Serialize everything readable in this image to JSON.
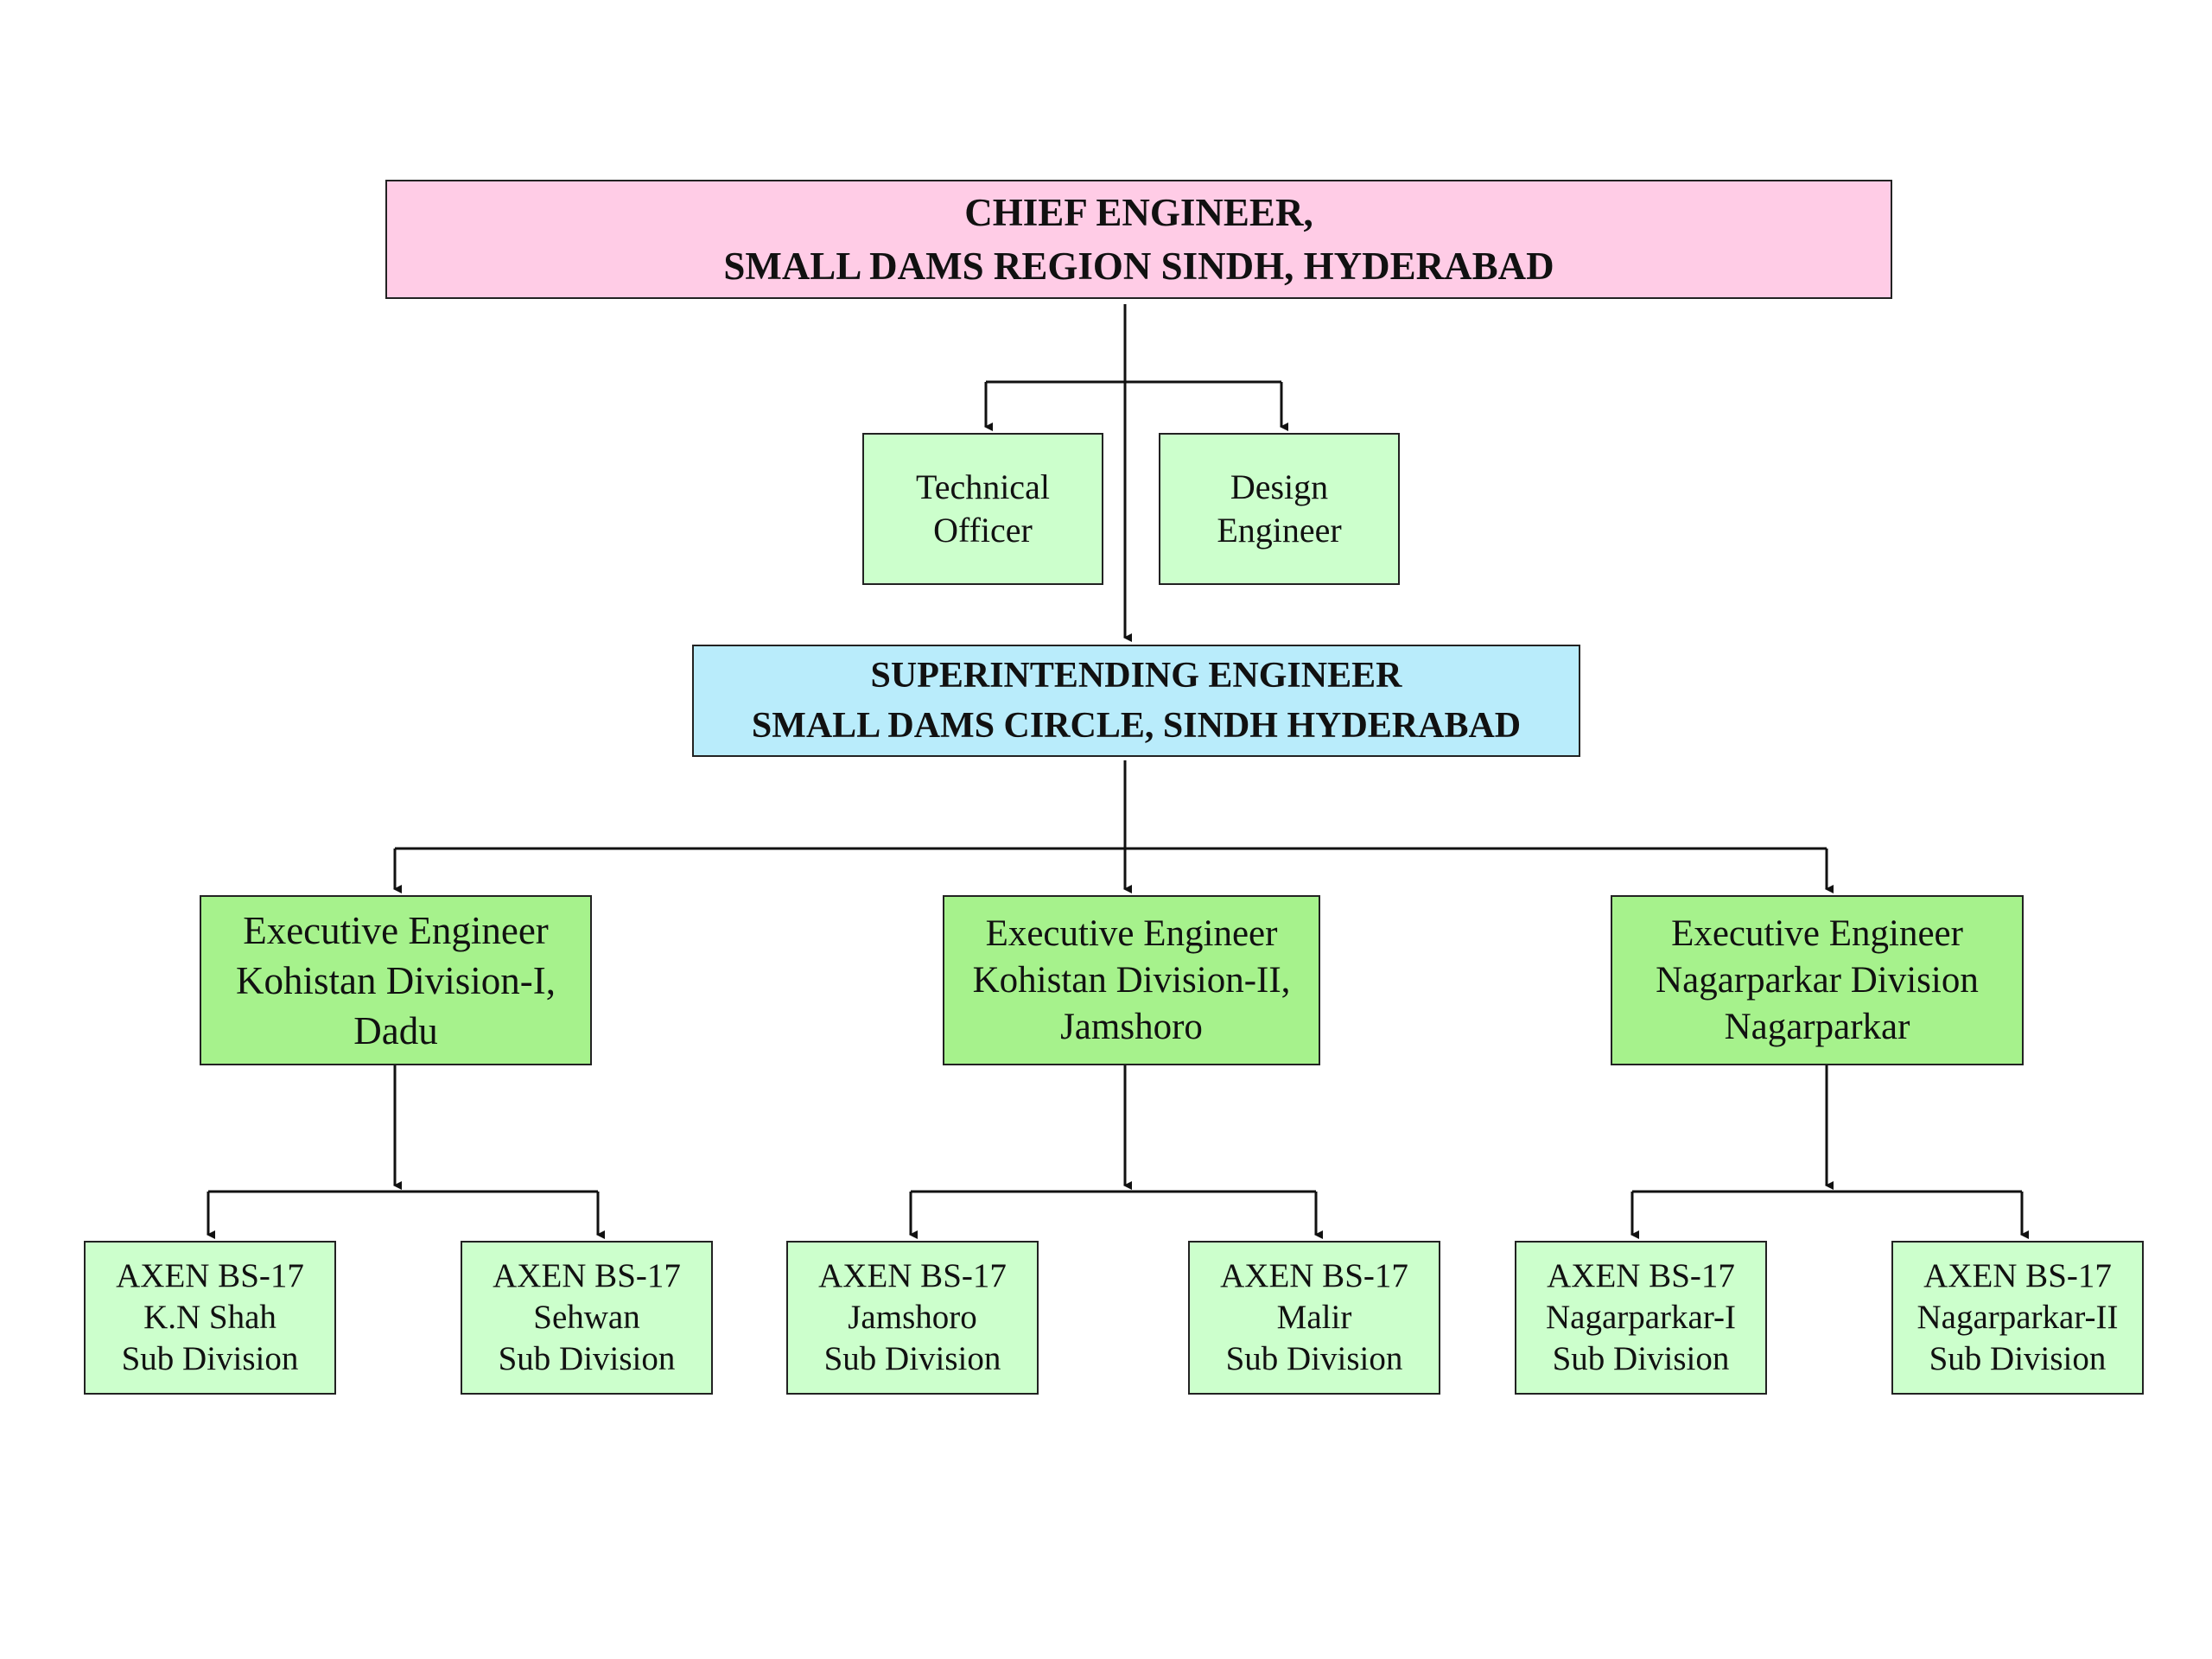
{
  "colors": {
    "chief": "#ffcce6",
    "superintending": "#b9ecfb",
    "staff": "#ccffcc",
    "executive": "#a6f28c",
    "sub_division": "#ccffcc",
    "line": "#111111"
  },
  "chief": {
    "line1": "CHIEF ENGINEER,",
    "line2": "SMALL DAMS REGION SINDH, HYDERABAD"
  },
  "staff": [
    {
      "line1": "Technical",
      "line2": "Officer"
    },
    {
      "line1": "Design",
      "line2": "Engineer"
    }
  ],
  "superintending": {
    "line1": "SUPERINTENDING ENGINEER",
    "line2": "SMALL DAMS CIRCLE, SINDH HYDERABAD"
  },
  "executives": [
    {
      "line1": "Executive Engineer",
      "line2": "Kohistan Division-I,",
      "line3": "Dadu"
    },
    {
      "line1": "Executive Engineer",
      "line2": "Kohistan Division-II,",
      "line3": "Jamshoro"
    },
    {
      "line1": "Executive Engineer",
      "line2": "Nagarparkar Division",
      "line3": "Nagarparkar"
    }
  ],
  "sub_divisions": [
    {
      "line1": "AXEN BS-17",
      "line2": "K.N Shah",
      "line3": "Sub Division"
    },
    {
      "line1": "AXEN BS-17",
      "line2": "Sehwan",
      "line3": "Sub Division"
    },
    {
      "line1": "AXEN BS-17",
      "line2": "Jamshoro",
      "line3": "Sub Division"
    },
    {
      "line1": "AXEN BS-17",
      "line2": "Malir",
      "line3": "Sub Division"
    },
    {
      "line1": "AXEN BS-17",
      "line2": "Nagarparkar-I",
      "line3": "Sub Division"
    },
    {
      "line1": "AXEN BS-17",
      "line2": "Nagarparkar-II",
      "line3": "Sub Division"
    }
  ]
}
